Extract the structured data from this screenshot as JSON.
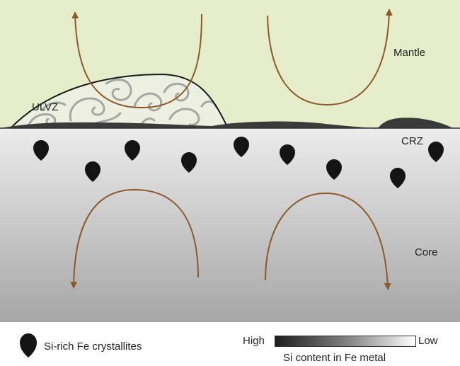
{
  "labels": {
    "mantle": "Mantle",
    "ulvz": "ULVZ",
    "crz": "CRZ",
    "core": "Core"
  },
  "legend": {
    "crystallites": "Si-rich Fe crystallites",
    "gradient_high": "High",
    "gradient_low": "Low",
    "gradient_caption": "Si content in Fe metal"
  },
  "colors": {
    "mantle": "#e6edca",
    "core_top": "#e9e9e9",
    "core_bottom": "#a8a8a8",
    "arrow": "#8a5a2b",
    "boundary_layer": "#3a3a3a",
    "crystallite": "#141414"
  },
  "icons": {
    "crystallite": "teardrop-pin-icon"
  }
}
